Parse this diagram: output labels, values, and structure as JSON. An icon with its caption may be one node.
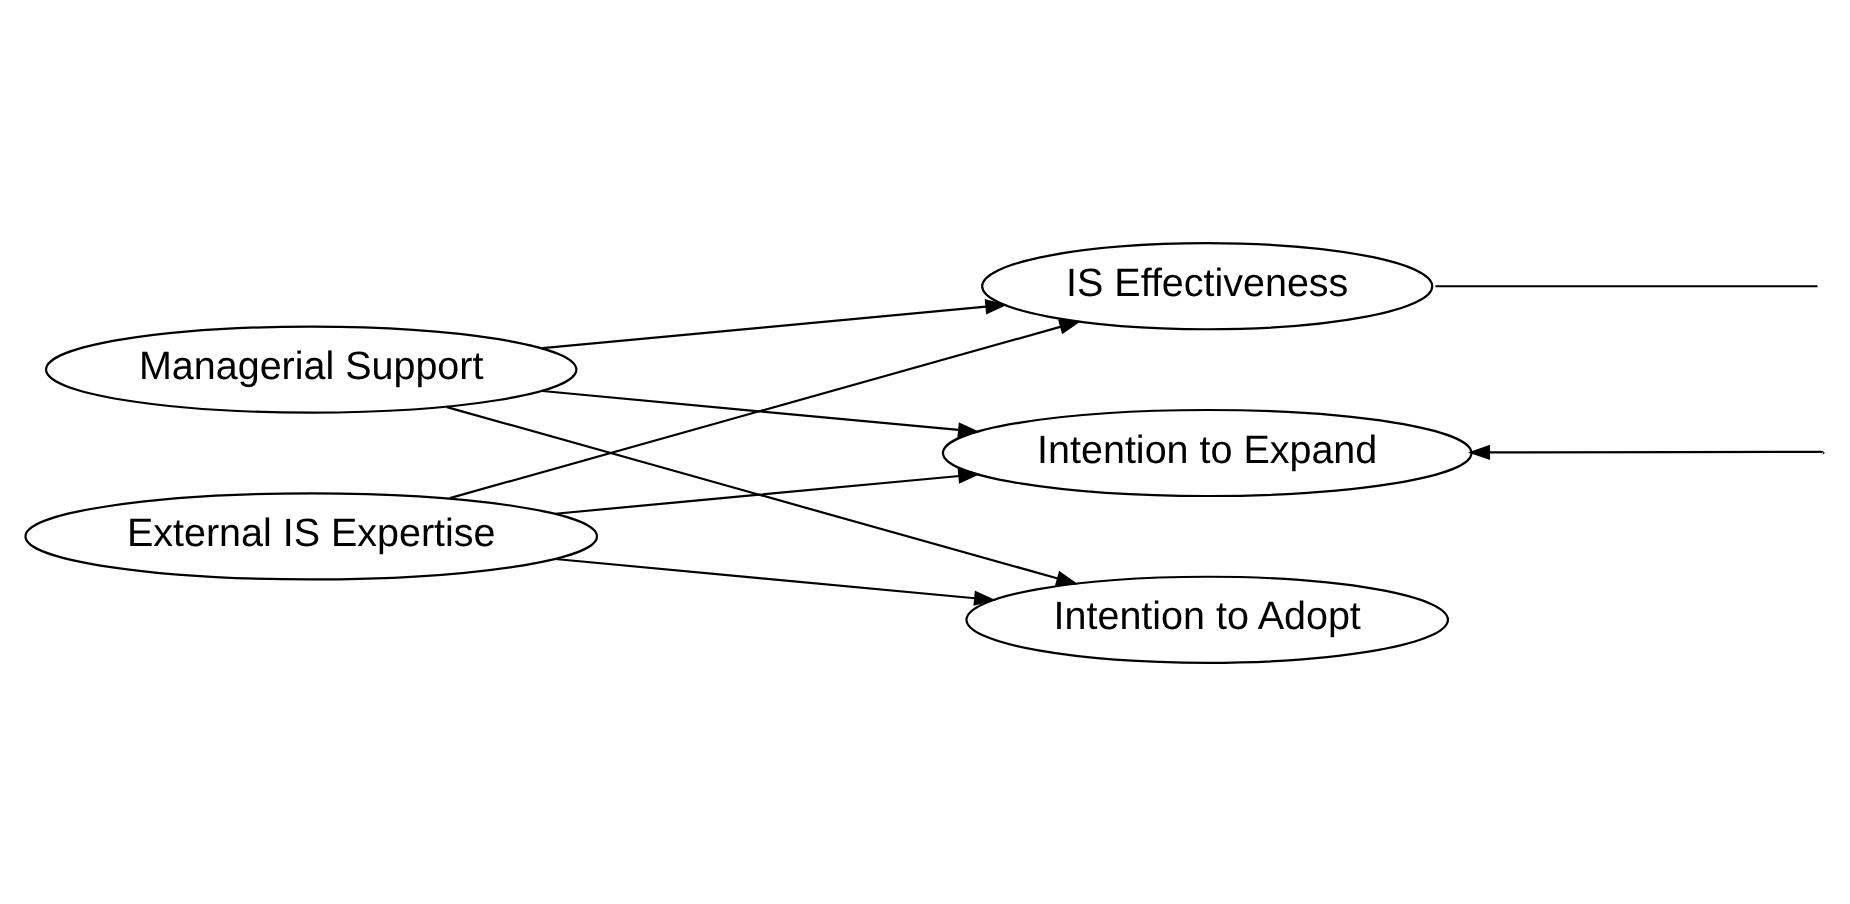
{
  "diagram": {
    "nodes": [
      {
        "text": [
          "Managerial Support"
        ]
      },
      {
        "text": [
          "External IS Expertise"
        ]
      },
      {
        "text": [
          "IS Effectiveness"
        ]
      },
      {
        "text": [
          "Intention to Expand"
        ]
      },
      {
        "text": [
          "Intention to Adopt"
        ]
      }
    ],
    "edges": [
      {
        "from": 0,
        "to": 2,
        "arrow": "to"
      },
      {
        "from": 0,
        "to": 3,
        "arrow": "to"
      },
      {
        "from": 0,
        "to": 4,
        "arrow": "to"
      },
      {
        "from": 1,
        "to": 2,
        "arrow": "to"
      },
      {
        "from": 1,
        "to": 3,
        "arrow": "to"
      },
      {
        "from": 1,
        "to": 4,
        "arrow": "to"
      },
      {
        "from": 2,
        "to": null,
        "arrow": "none"
      },
      {
        "from": null,
        "to": 3,
        "arrow": "to"
      }
    ]
  }
}
